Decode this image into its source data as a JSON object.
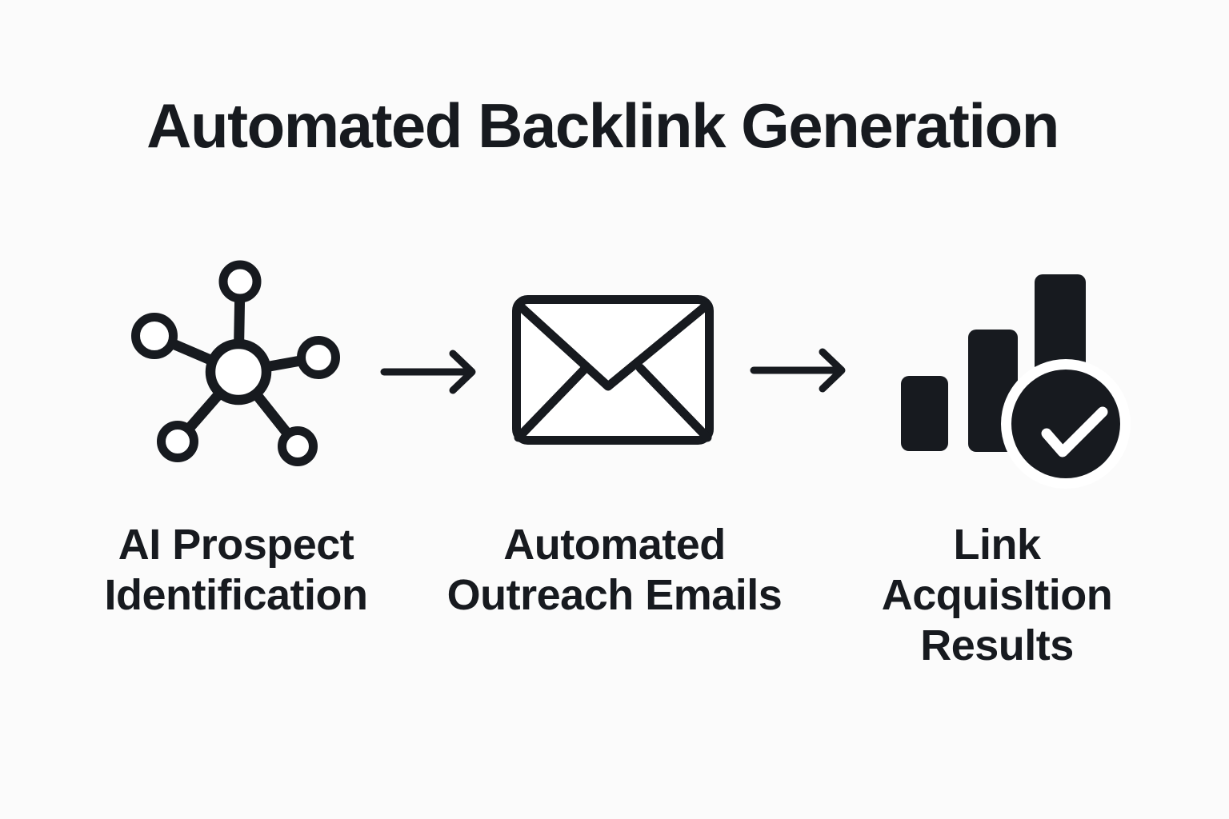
{
  "title": "Automated Backlink Generation",
  "colors": {
    "ink": "#171a1f",
    "background": "#fbfbfb",
    "icon_fill_contrast": "#ffffff"
  },
  "steps": [
    {
      "id": "ai-prospect-identification",
      "icon": "network-nodes-icon",
      "label": "AI Prospect Identification",
      "label_lines": [
        "AI Prospect",
        "Identification"
      ]
    },
    {
      "id": "automated-outreach-emails",
      "icon": "envelope-icon",
      "label": "Automated Outreach Emails",
      "label_lines": [
        "Automated",
        "Outreach Emails"
      ]
    },
    {
      "id": "link-acquisition-results",
      "icon": "bar-chart-checkmark-icon",
      "label": "Link AcquisItion Results",
      "label_lines": [
        "Link",
        "AcquisItion",
        "Results"
      ]
    }
  ],
  "connectors": [
    {
      "icon": "arrow-right-icon"
    },
    {
      "icon": "arrow-right-icon"
    }
  ]
}
